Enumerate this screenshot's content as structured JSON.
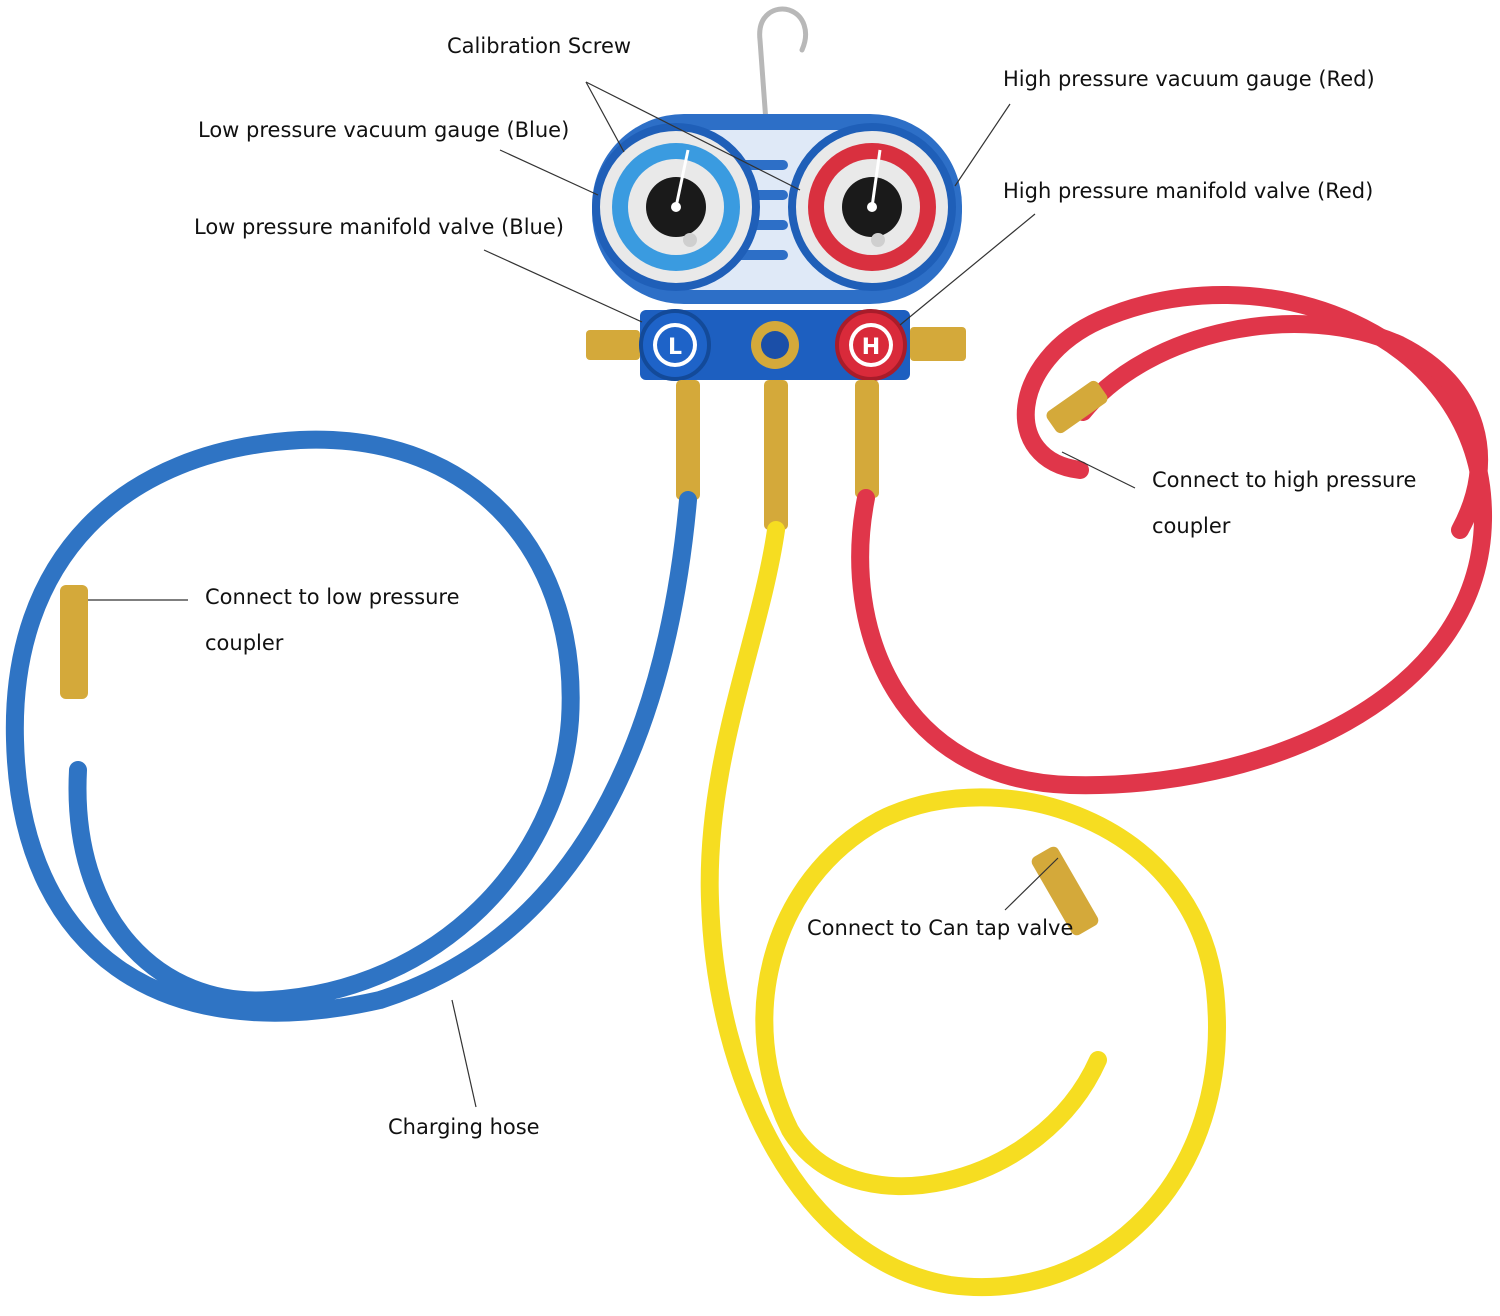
{
  "labels": {
    "calibration_screw": "Calibration Screw",
    "low_gauge": "Low pressure vacuum gauge (Blue)",
    "high_gauge": "High pressure vacuum gauge (Red)",
    "low_valve": "Low pressure manifold valve (Blue)",
    "high_valve": "High pressure manifold valve (Red)",
    "high_coupler": "Connect to high pressure coupler",
    "low_coupler": "Connect to low pressure coupler",
    "can_tap": "Connect to Can tap valve",
    "hose": "Charging hose"
  },
  "knobs": {
    "low_letter": "L",
    "high_letter": "H"
  },
  "colors": {
    "blue_hose": "#2f74c4",
    "red_hose": "#e0364a",
    "yellow_hose": "#f6dd21",
    "manifold_body": "#1d5fc0",
    "brass": "#d4a93a",
    "gauge_face": "#e6e6e6"
  }
}
